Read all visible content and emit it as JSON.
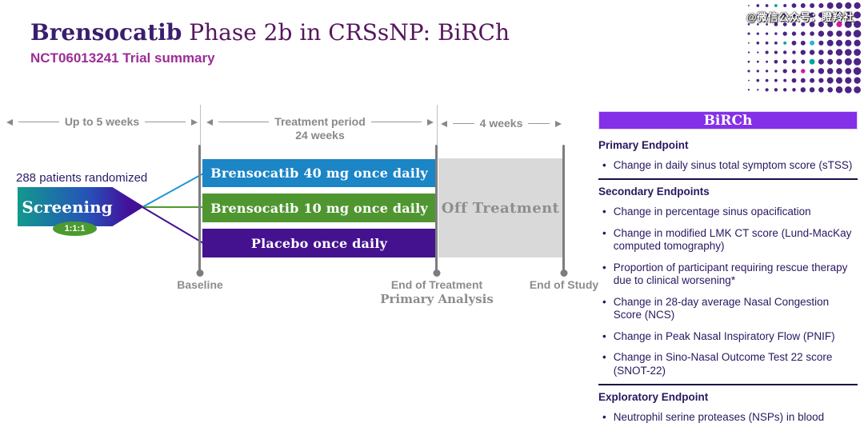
{
  "header": {
    "title_bold": "Brensocatib",
    "title_rest": " Phase 2b in CRSsNP: BiRCh",
    "subtitle": "NCT06013241 Trial summary"
  },
  "watermark": "@微信公众号：瞪羚社",
  "timeline": {
    "segments": [
      {
        "label": "Up to 5 weeks"
      },
      {
        "label": "Treatment period",
        "label2": "24 weeks"
      },
      {
        "label": "4 weeks"
      }
    ]
  },
  "diagram": {
    "randomized_note": "288 patients randomized",
    "screening_label": "Screening",
    "ratio_badge": "1:1:1",
    "arms": [
      {
        "label": "Brensocatib 40 mg once daily",
        "color": "#1b85c6"
      },
      {
        "label": "Brensocatib 10 mg once daily",
        "color": "#4f9630"
      },
      {
        "label": "Placebo once daily",
        "color": "#44128f"
      }
    ],
    "off_treatment_label": "Off Treatment",
    "milestones": [
      {
        "label": "Baseline"
      },
      {
        "label": "End of Treatment",
        "sublabel": "Primary Analysis"
      },
      {
        "label": "End of Study"
      }
    ]
  },
  "endpoints_panel": {
    "title": "BiRCh",
    "accent_color": "#8430e8",
    "sections": [
      {
        "heading": "Primary Endpoint",
        "bullets": [
          "Change in daily sinus total symptom score (sTSS)"
        ]
      },
      {
        "heading": "Secondary Endpoints",
        "bullets": [
          "Change in percentage sinus opacification",
          "Change in modified LMK CT score (Lund-MacKay computed tomography)",
          "Proportion of participant requiring rescue therapy due to clinical worsening*",
          "Change in 28-day average Nasal Congestion Score (NCS)",
          "Change in Peak Nasal Inspiratory Flow (PNIF)",
          "Change in Sino-Nasal Outcome Test 22 score (SNOT-22)"
        ]
      },
      {
        "heading": "Exploratory Endpoint",
        "bullets": [
          "Neutrophil serine proteases (NSPs) in blood"
        ]
      }
    ]
  },
  "decoration": {
    "dot_color": "#4c2386",
    "accent_teal": "#00a69a",
    "accent_magenta": "#d01f9e",
    "accent_cyan": "#2fb3d4"
  },
  "bullet_char": "•"
}
